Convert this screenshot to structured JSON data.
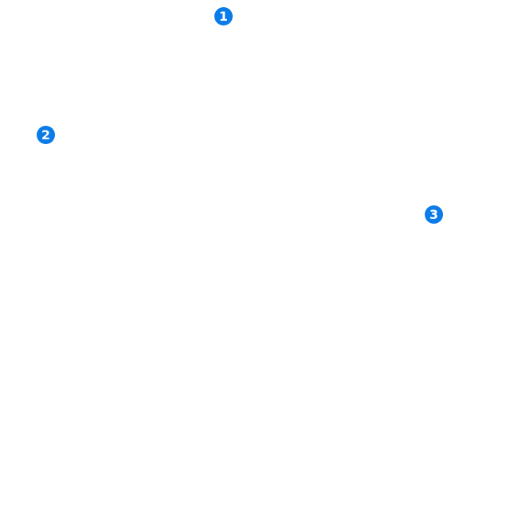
{
  "callouts": [
    {
      "label": "1"
    },
    {
      "label": "2"
    },
    {
      "label": "3"
    }
  ],
  "colors": {
    "background": "#ffffff",
    "callout_fill": "#0a7be8",
    "callout_text": "#ffffff"
  },
  "icons": {
    "callout": "numbered-circle-icon"
  }
}
